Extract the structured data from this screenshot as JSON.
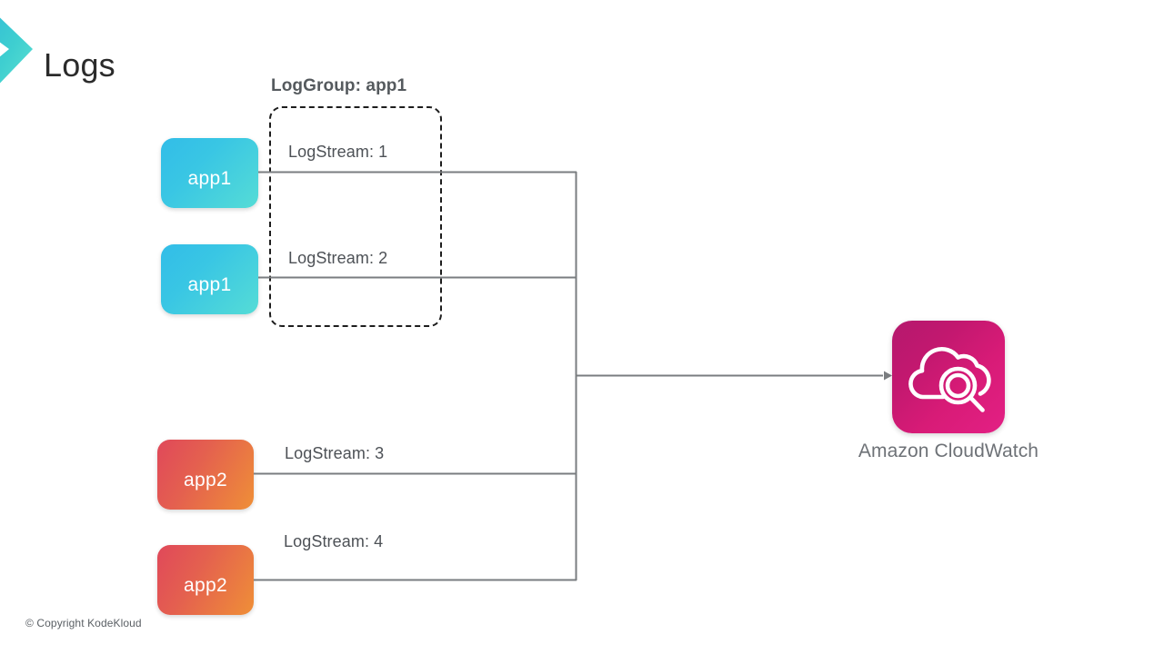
{
  "slide": {
    "title": "Logs",
    "copyright": "© Copyright KodeKloud",
    "logo_icon": "chevron-right-logo"
  },
  "log_group": {
    "title": "LogGroup: app1",
    "border_style": "dashed"
  },
  "sources": [
    {
      "id": "app1-a",
      "label": "app1",
      "color_start": "#32bde8",
      "color_end": "#55dcd6"
    },
    {
      "id": "app1-b",
      "label": "app1",
      "color_start": "#32bde8",
      "color_end": "#55dcd6"
    },
    {
      "id": "app2-a",
      "label": "app2",
      "color_start": "#e0485a",
      "color_end": "#ef8f37"
    },
    {
      "id": "app2-b",
      "label": "app2",
      "color_start": "#e0485a",
      "color_end": "#ef8f37"
    }
  ],
  "log_streams": [
    {
      "id": "ls1",
      "label": "LogStream: 1"
    },
    {
      "id": "ls2",
      "label": "LogStream: 2"
    },
    {
      "id": "ls3",
      "label": "LogStream: 3"
    },
    {
      "id": "ls4",
      "label": "LogStream: 4"
    }
  ],
  "destination": {
    "caption": "Amazon CloudWatch",
    "icon": "cloudwatch-cloud-magnifier-icon",
    "icon_color": "#d81b77",
    "arrow": "arrow-right"
  },
  "colors": {
    "connector_line": "#7a7d80",
    "text_primary": "#2b2b2b",
    "text_secondary": "#4d5156",
    "text_muted": "#6e7277",
    "loggroup_border": "#1d1d1d",
    "background": "#ffffff",
    "brand_teal": "#3fd0cd"
  }
}
